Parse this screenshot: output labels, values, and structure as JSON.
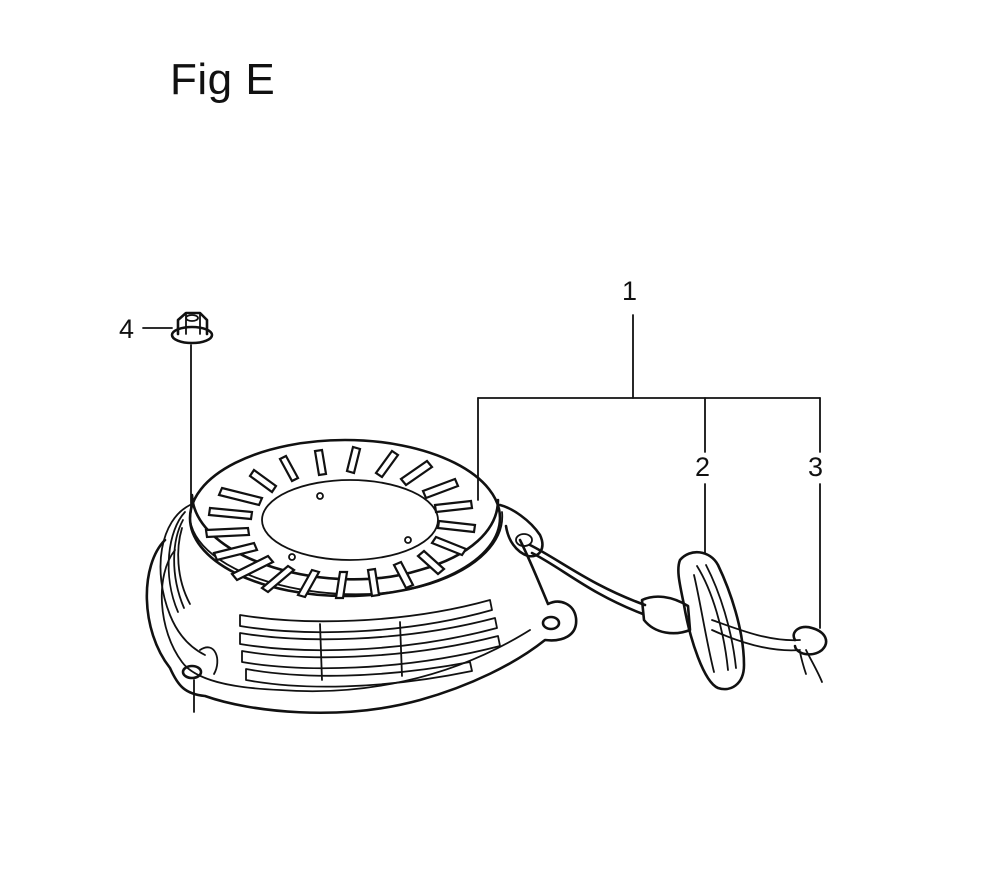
{
  "figure": {
    "title": "Fig E"
  },
  "callouts": {
    "assembly": "1",
    "handle": "2",
    "knot": "3",
    "nut": "4"
  }
}
